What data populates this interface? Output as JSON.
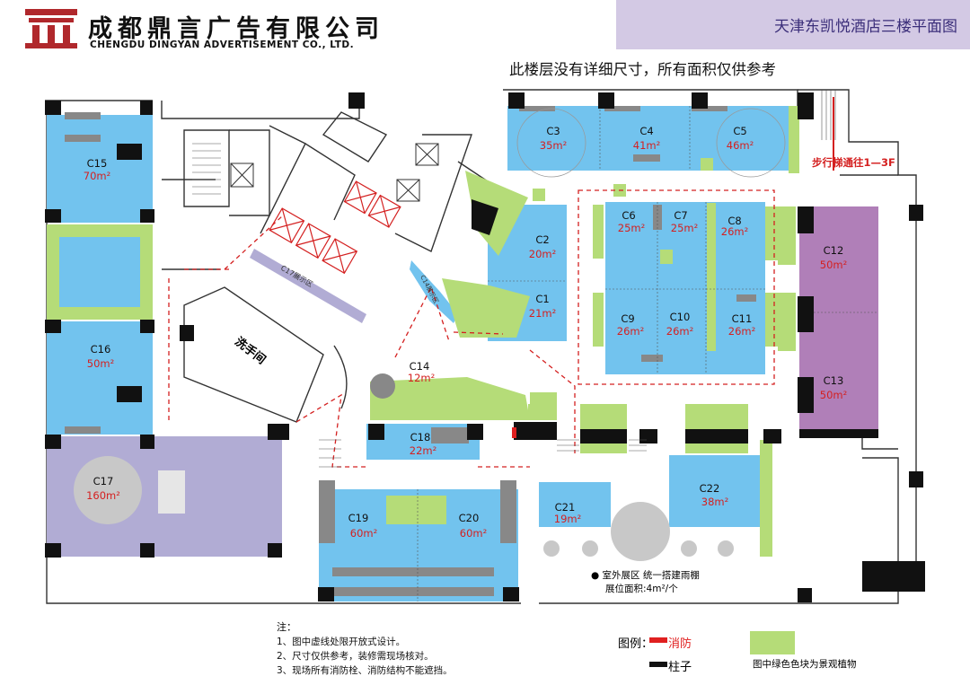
{
  "header": {
    "company_cn": "成都鼎言广告有限公司",
    "company_en": "CHENGDU DINGYAN ADVERTISEMENT CO., LTD.",
    "title": "天津东凯悦酒店三楼平面图"
  },
  "notice": "此楼层没有详细尺寸，所有面积仅供参考",
  "labels": {
    "stairs": "步行梯通往1—3F",
    "restroom": "洗手间",
    "c17_area": "C17展示区",
    "c14_area": "C14展示区",
    "outdoor_line1": "● 室外展区 统一搭建雨棚",
    "outdoor_line2": "展位面积:4m²/个"
  },
  "booths": [
    {
      "id": "C1",
      "area": "21m²"
    },
    {
      "id": "C2",
      "area": "20m²"
    },
    {
      "id": "C3",
      "area": "35m²"
    },
    {
      "id": "C4",
      "area": "41m²"
    },
    {
      "id": "C5",
      "area": "46m²"
    },
    {
      "id": "C6",
      "area": "25m²"
    },
    {
      "id": "C7",
      "area": "25m²"
    },
    {
      "id": "C8",
      "area": "26m²"
    },
    {
      "id": "C9",
      "area": "26m²"
    },
    {
      "id": "C10",
      "area": "26m²"
    },
    {
      "id": "C11",
      "area": "26m²"
    },
    {
      "id": "C12",
      "area": "50m²"
    },
    {
      "id": "C13",
      "area": "50m²"
    },
    {
      "id": "C14",
      "area": "12m²"
    },
    {
      "id": "C15",
      "area": "70m²"
    },
    {
      "id": "C16",
      "area": "50m²"
    },
    {
      "id": "C17",
      "area": "160m²"
    },
    {
      "id": "C18",
      "area": "22m²"
    },
    {
      "id": "C19",
      "area": "60m²"
    },
    {
      "id": "C20",
      "area": "60m²"
    },
    {
      "id": "C21",
      "area": "19m²"
    },
    {
      "id": "C22",
      "area": "38m²"
    }
  ],
  "notes": {
    "title": "注：",
    "items": [
      "1、图中虚线处限开放式设计。",
      "2、尺寸仅供参考，装修需现场核对。",
      "3、现场所有消防栓、消防结构不能遮挡。"
    ]
  },
  "legend": {
    "label": "图例：",
    "fire": "消防",
    "pillar": "柱子",
    "green": "图中绿色色块为景观植物"
  },
  "colors": {
    "booth_blue": "#72c3ee",
    "booth_purple": "#b07fb8",
    "booth_lavender": "#b1acd4",
    "landscape_green": "#b5dc78",
    "fire_red": "#e02020",
    "pillar_black": "#111111",
    "title_bg": "#d3c9e4",
    "area_text": "#d42020"
  }
}
